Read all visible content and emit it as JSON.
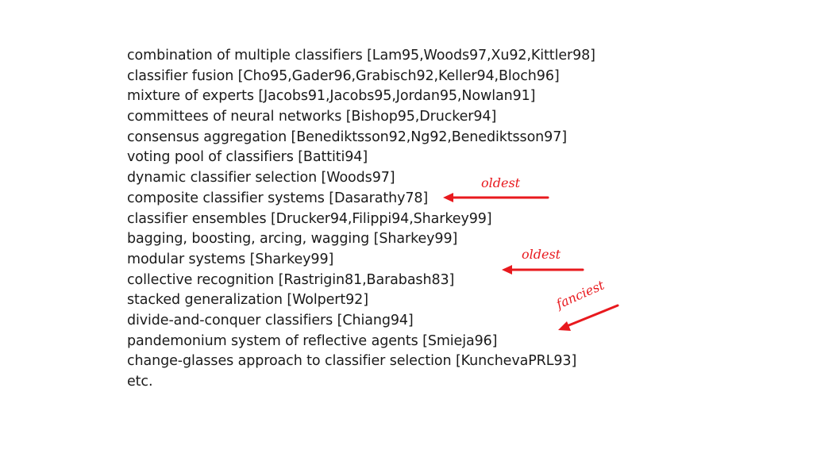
{
  "terms": [
    "combination of multiple classifiers [Lam95,Woods97,Xu92,Kittler98]",
    "classifier fusion [Cho95,Gader96,Grabisch92,Keller94,Bloch96]",
    "mixture of experts [Jacobs91,Jacobs95,Jordan95,Nowlan91]",
    "committees of neural networks [Bishop95,Drucker94]",
    "consensus aggregation [Benediktsson92,Ng92,Benediktsson97]",
    "voting pool of classifiers [Battiti94]",
    "dynamic classifier selection [Woods97]",
    "composite classifier systems [Dasarathy78]",
    "classifier ensembles [Drucker94,Filippi94,Sharkey99]",
    "bagging, boosting, arcing, wagging [Sharkey99]",
    "modular systems [Sharkey99]",
    "collective recognition [Rastrigin81,Barabash83]",
    "stacked generalization [Wolpert92]",
    "divide-and-conquer classifiers [Chiang94]",
    "pandemonium system of reflective agents [Smieja96]",
    "change-glasses approach to classifier selection [KunchevaPRL93]",
    "etc."
  ],
  "annotations": {
    "first_oldest": "oldest",
    "second_oldest": "oldest",
    "fanciest": "fanciest"
  },
  "colors": {
    "text": "#1a1a1a",
    "annotation": "#e8191e",
    "background": "#ffffff"
  }
}
